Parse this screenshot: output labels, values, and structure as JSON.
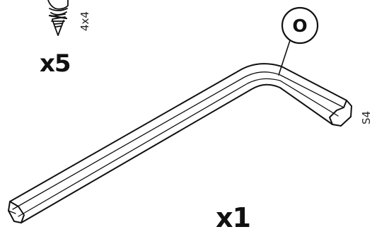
{
  "screw": {
    "quantity": "x5",
    "size": "4x4"
  },
  "hex_key": {
    "quantity": "x1",
    "size": "S4",
    "part_letter": "O"
  }
}
